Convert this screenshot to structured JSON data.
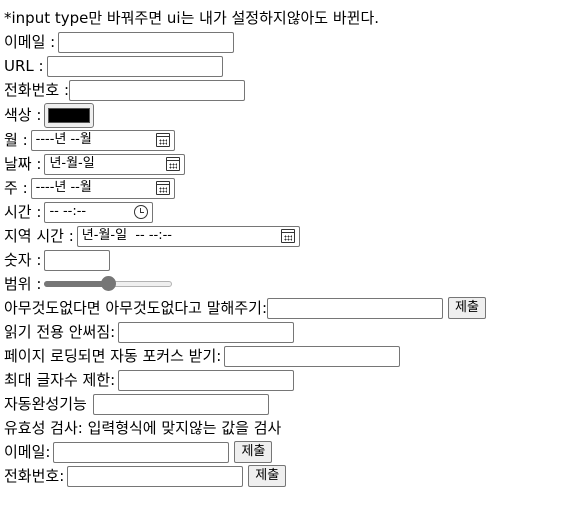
{
  "note": "*input type만 바꿔주면 ui는 내가 설정하지않아도 바뀐다.",
  "email": {
    "label": "이메일 :",
    "value": ""
  },
  "url": {
    "label": "URL :",
    "value": ""
  },
  "tel": {
    "label": "전화번호 :",
    "value": ""
  },
  "color": {
    "label": "색상 :",
    "value": "#000000"
  },
  "month": {
    "label": "월 :",
    "placeholder": "----년 --월"
  },
  "date": {
    "label": "날짜 :",
    "placeholder": "년-월-일"
  },
  "week": {
    "label": "주 :",
    "placeholder": "----년 --월"
  },
  "time": {
    "label": "시간 :",
    "placeholder": "-- --:--"
  },
  "datetime_local": {
    "label": "지역 시간 :",
    "placeholder": "년-월-일  -- --:--"
  },
  "number": {
    "label": "숫자 :",
    "value": ""
  },
  "range": {
    "label": "범위 :",
    "value": 50,
    "min": 0,
    "max": 100
  },
  "novalidate": {
    "label": "아무것도없다면 아무것도없다고 말해주기:",
    "value": "",
    "button": "제출"
  },
  "readonly": {
    "label": "읽기 전용 안써짐:",
    "value": ""
  },
  "autofocus": {
    "label": "페이지 로딩되면 자동 포커스 받기:",
    "value": ""
  },
  "maxlength": {
    "label": "최대 글자수 제한:",
    "value": ""
  },
  "autocomplete": {
    "label": "자동완성기능",
    "value": ""
  },
  "validation_heading": "유효성 검사: 입력형식에 맞지않는 값을 검사",
  "validate_email": {
    "label": "이메일:",
    "value": "",
    "button": "제출"
  },
  "validate_tel": {
    "label": "전화번호:",
    "value": "",
    "button": "제출"
  }
}
